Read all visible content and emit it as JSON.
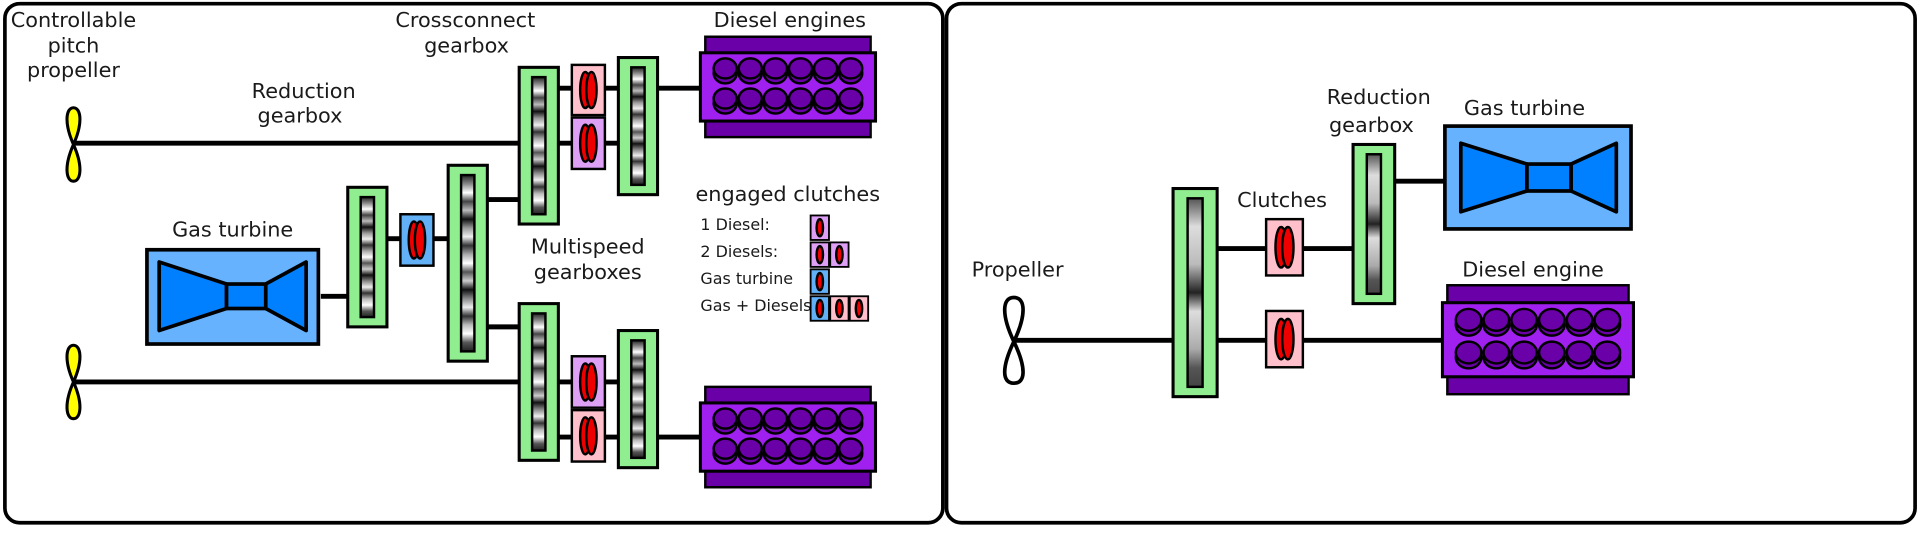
{
  "colors": {
    "gearbox": "#90ee90",
    "clutch_plate": "#ee0000",
    "clutch_pink": "#ffc0cb",
    "clutch_violet": "#dda0f5",
    "clutch_blue": "#62b0f5",
    "turbine_bg": "#66b2ff",
    "turbine_body": "#0080ff",
    "diesel_body": "#a020f0",
    "diesel_dark": "#6a00a8",
    "propeller_yellow": "#ffff00"
  },
  "left_panel": {
    "labels": {
      "propeller": [
        "Controllable",
        "pitch",
        "propeller"
      ],
      "reduction_gearbox": [
        "Reduction",
        "gearbox"
      ],
      "crossconnect_gearbox": [
        "Crossconnect",
        "gearbox"
      ],
      "diesel_engines": "Diesel engines",
      "gas_turbine": "Gas turbine",
      "multispeed_gearboxes": [
        "Multispeed",
        "gearboxes"
      ]
    },
    "legend": {
      "title": "engaged clutches",
      "rows": [
        {
          "label": "1 Diesel:",
          "clutches": [
            "violet"
          ]
        },
        {
          "label": "2 Diesels:",
          "clutches": [
            "violet",
            "violet"
          ]
        },
        {
          "label": "Gas turbine",
          "clutches": [
            "blue"
          ]
        },
        {
          "label": "Gas + Diesels",
          "clutches": [
            "blue",
            "pink",
            "pink"
          ]
        }
      ]
    }
  },
  "right_panel": {
    "labels": {
      "propeller": "Propeller",
      "clutches": "Clutches",
      "reduction_gearbox": [
        "Reduction",
        "gearbox"
      ],
      "gas_turbine": "Gas turbine",
      "diesel_engine": "Diesel engine"
    }
  }
}
